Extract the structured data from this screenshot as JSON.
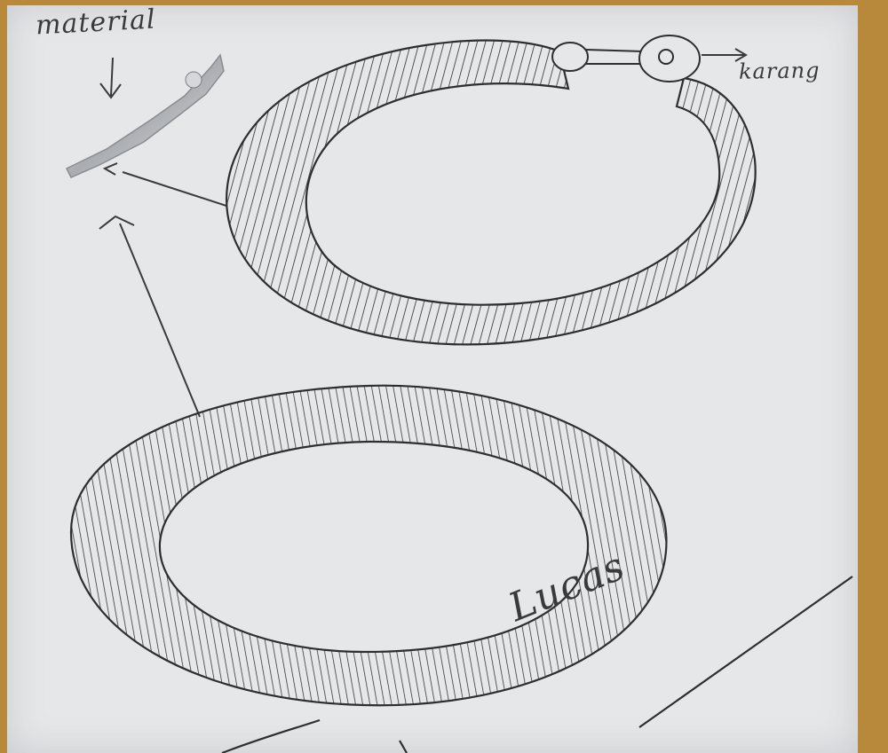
{
  "labels": {
    "material": "material",
    "karang": "karang",
    "signature": "Lucas"
  },
  "colors": {
    "paper": "#e6e7e9",
    "board": "#b8893a",
    "ink": "#2e2e2e"
  }
}
